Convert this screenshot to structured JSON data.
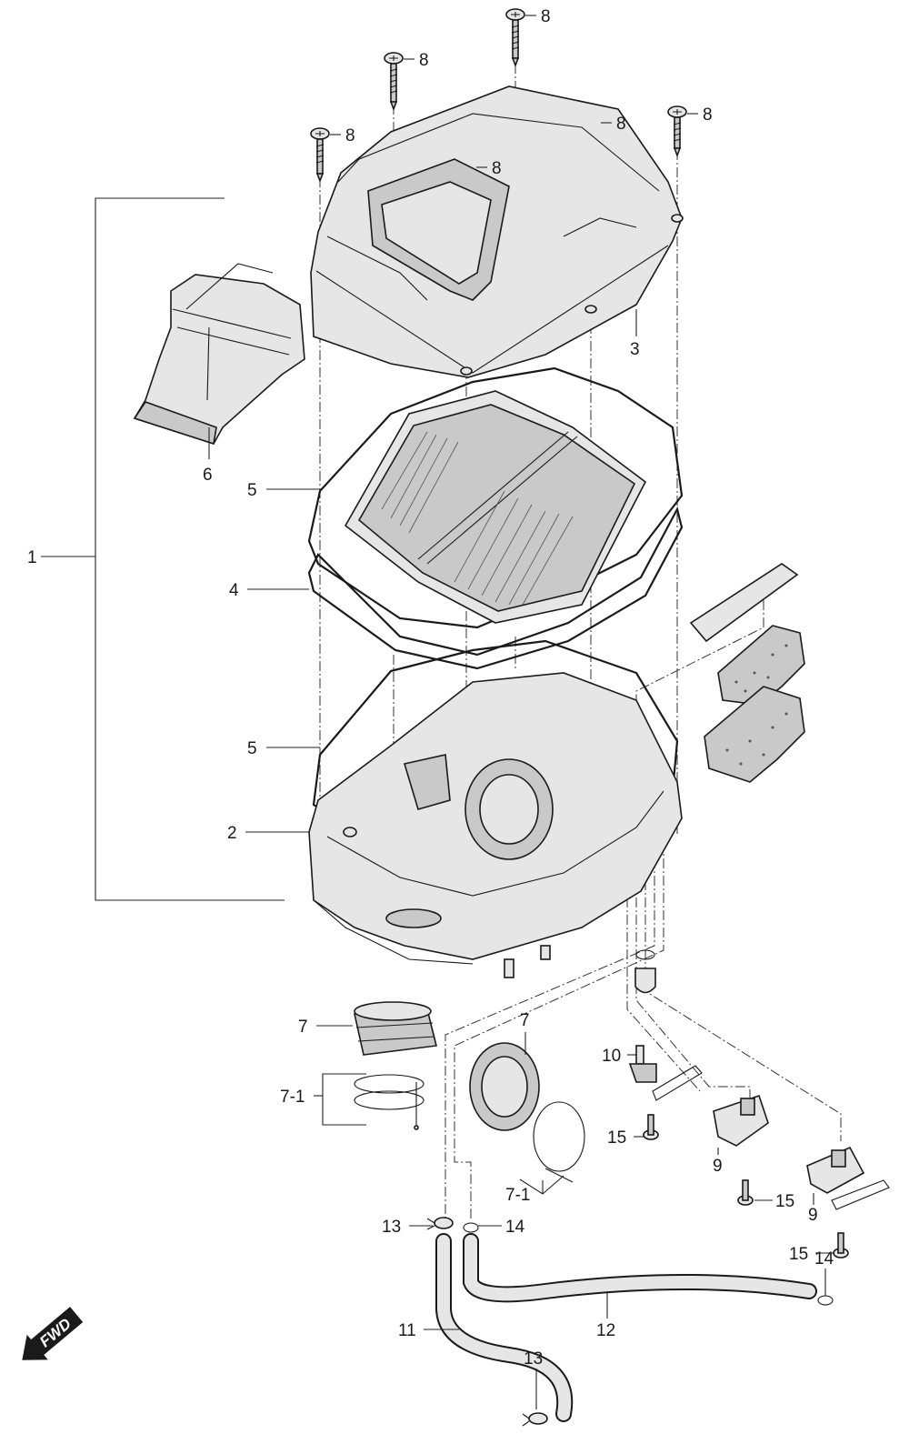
{
  "callouts": {
    "c1": "1",
    "c2": "2",
    "c3": "3",
    "c4": "4",
    "c5a": "5",
    "c5b": "5",
    "c6": "6",
    "c7a": "7",
    "c7b": "7",
    "c7_1a": "7-1",
    "c7_1b": "7-1",
    "c8a": "8",
    "c8b": "8",
    "c8c": "8",
    "c8d": "8",
    "c8e": "8",
    "c8f": "8",
    "c9a": "9",
    "c9b": "9",
    "c10": "10",
    "c11": "11",
    "c12": "12",
    "c13a": "13",
    "c13b": "13",
    "c14a": "14",
    "c14b": "14",
    "c15a": "15",
    "c15b": "15",
    "c15c": "15"
  },
  "direction_badge": "FWD"
}
